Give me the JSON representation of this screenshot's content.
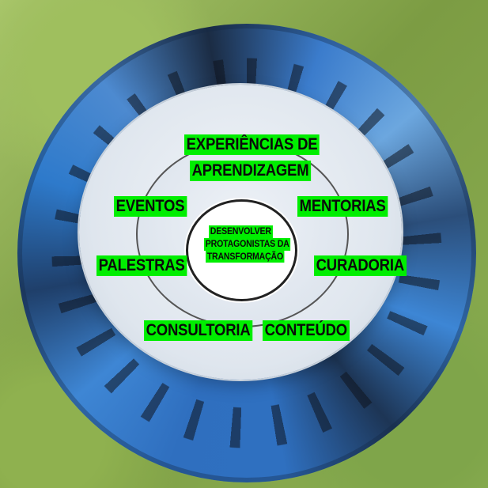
{
  "diagram": {
    "center": {
      "lines": [
        "DESENVOLVER",
        "PROTAGONISTAS DA",
        "TRANSFORMAÇÃO"
      ]
    },
    "items": {
      "experiencias_line1": "EXPERIÊNCIAS DE",
      "experiencias_line2": "APRENDIZAGEM",
      "eventos": "EVENTOS",
      "mentorias": "MENTORIAS",
      "palestras": "PALESTRAS",
      "curadoria": "CURADORIA",
      "consultoria": "CONSULTORIA",
      "conteudo": "CONTEÚDO"
    },
    "colors": {
      "label_background": "#00ee00",
      "label_text": "#0a0a0a",
      "disc": "#e3e9f0"
    }
  }
}
